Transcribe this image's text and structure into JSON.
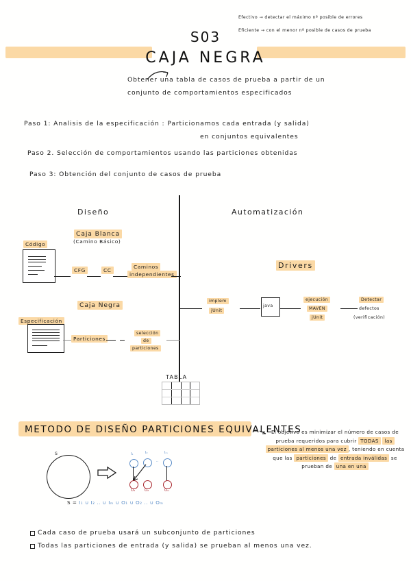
{
  "document": {
    "title_code": "S03",
    "title_main": "CAJA NEGRA",
    "top_notes": [
      "Efectivo → detectar el máximo nº posible de errores",
      "Eficiente → con el menor nº posible de casos de prueba"
    ],
    "intro": {
      "line1": "Obtener una tabla de casos de prueba a partir de un",
      "line2": "conjunto de comportamientos especificados"
    },
    "steps": {
      "step1_a": "Paso 1: Analisis de la especificación : Particionamos cada entrada (y salida)",
      "step1_b": "en conjuntos  equivalentes",
      "step2": "Paso 2. Selección de comportamientos usando las particiones obtenidas",
      "step3": "Paso 3:  Obtención del conjunto de casos de prueba"
    }
  },
  "diagram": {
    "column_left_title": "Diseño",
    "column_right_title": "Automatización",
    "white_box_label": "Caja Blanca",
    "white_box_sublabel": "(Camino Básico)",
    "black_box_label": "Caja Negra",
    "drivers_label": "Drivers",
    "codigo_label": "Código",
    "especificacion_label": "Especificación",
    "cfg_label": "CFG",
    "cc_label": "CC",
    "caminos_l1": "Caminos",
    "caminos_l2": "independientes",
    "particiones_label": "Particiones",
    "seleccion_l1": "selección",
    "seleccion_l2": "de",
    "seleccion_l3": "particiones",
    "implem_l1": "implem",
    "implem_l2": "jUnit",
    "java_label": "java",
    "ejecucion_l1": "ejecución",
    "ejecucion_l2": "MAVEN",
    "ejecucion_l3": "jUnit",
    "detectar_l1": "Detectar",
    "detectar_l2": "defectos",
    "detectar_l3": "(verificación)",
    "tabla_label": "TABLA"
  },
  "method": {
    "banner": "METODO DE DISEÑO  PARTICIONES EQUIVALENTES",
    "paragraph_plain_1": "El objetivo es minimizar el número de casos",
    "paragraph_plain_2": "de prueba requeridos para cubrir",
    "paragraph_hl_1": "TODAS",
    "paragraph_hl_2": "las particiones al menos una vez",
    "paragraph_plain_3": ",",
    "paragraph_plain_4": "teniendo en cuenta que las",
    "paragraph_hl_3": "particiones",
    "paragraph_hl_4": "de",
    "paragraph_hl_5": "entrada inválidas",
    "paragraph_plain_5": "se prueban de",
    "paragraph_hl_6": "una en una"
  },
  "set_diagram": {
    "set_label": "S",
    "arrow": "⇒",
    "inputs": [
      "I₁",
      "I₂",
      "Iₘ"
    ],
    "outputs": [
      "O₁",
      "O₂",
      "Oₘ"
    ],
    "ellipsis": "..",
    "formula_prefix": "S =",
    "formula_body": "I₁ ∪ I₂ ..  ∪ Iₘ  ∪ O₁ ∪ O₂ ..  ∪ Oₘ"
  },
  "bullets": [
    "Cada caso de prueba usará un subconjunto de particiones",
    "Todas las particiones de entrada (y salida) se prueban al menos una vez."
  ],
  "colors": {
    "highlight": "#fbd9a5",
    "highlight_soft": "#fde6bd",
    "ink": "#1b1b1b",
    "input_blue": "#5b8dc8",
    "output_red": "#a8252b",
    "paper": "#ffffff"
  }
}
